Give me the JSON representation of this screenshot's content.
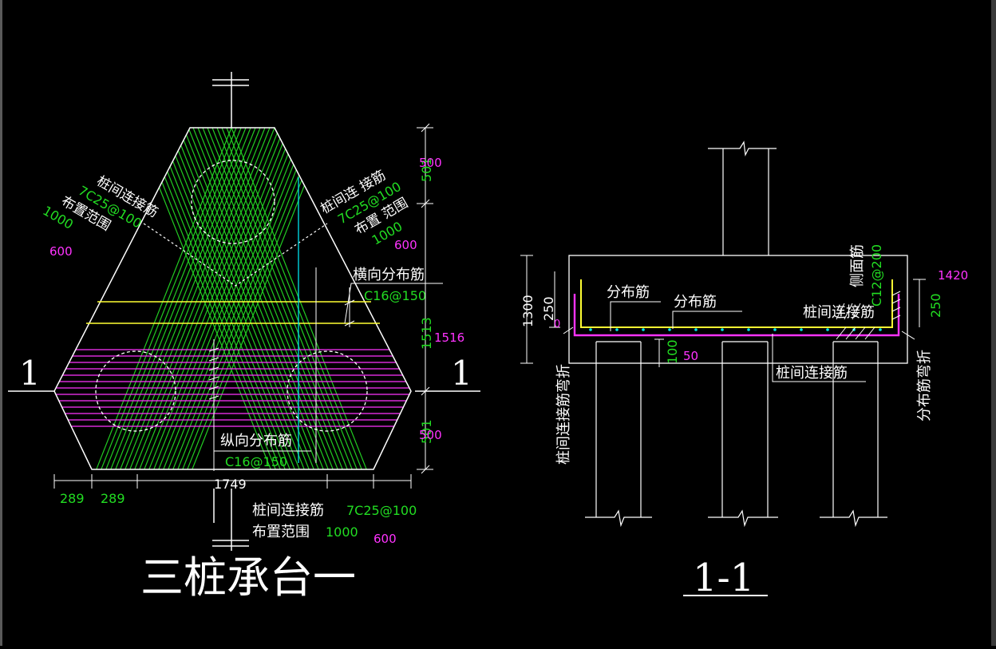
{
  "colors": {
    "background": "#000000",
    "outline": "#ffffff",
    "rebar_diagonal": "#22cc22",
    "rebar_transverse": "#ff33ff",
    "rebar_yellow": "#ffff33",
    "dimension_green": "#22dd22",
    "dimension_magenta": "#ff33ff",
    "cyan": "#00e5ee"
  },
  "plan": {
    "title": "三桩承台一",
    "section_mark_left": "1",
    "section_mark_right": "1",
    "label_left_1": "桩间连接筋",
    "label_left_2": "7C25@100",
    "label_left_3": "布置范围",
    "label_left_4": "1000",
    "label_left_mag": "600",
    "label_right_1": "桩间连 接筋",
    "label_right_2": "7C25@100",
    "label_right_3": "布置 范围",
    "label_right_4": "1000",
    "label_right_mag": "600",
    "transverse_label": "横向分布筋",
    "transverse_spec": "C16@150",
    "longitudinal_label": "纵向分布筋",
    "longitudinal_spec": "C16@150",
    "bottom_label_1": "桩间连接筋",
    "bottom_spec_1": "7C25@100",
    "bottom_label_2": "布置范围",
    "bottom_spec_2": "1000",
    "bottom_mag": "600",
    "dim_right_top": "501",
    "dim_right_top_mag": "500",
    "dim_right_mid": "1513",
    "dim_right_mid_mag": "1516",
    "dim_right_bot": "501",
    "dim_right_bot_mag": "500",
    "dim_bottom_1": "289",
    "dim_bottom_2": "289",
    "dim_bottom_total": "1749"
  },
  "section": {
    "title": "1-1",
    "dim_height": "1300",
    "dim_250_left": "250",
    "dim_250_right": "250",
    "dim_100": "100",
    "dim_50": "50",
    "dim_1420": "1420",
    "label_fenbu_1": "分布筋",
    "label_fenbu_2": "分布筋",
    "label_cemian": "侧面筋",
    "label_cemian_spec": "C12@200",
    "label_zhuangjian_top": "桩间连接筋",
    "label_zhuangjian_bottom": "桩间连接筋",
    "label_zhuangjian_bend": "桩间连接筋弯折",
    "label_fenbu_bend": "分布筋弯折"
  }
}
